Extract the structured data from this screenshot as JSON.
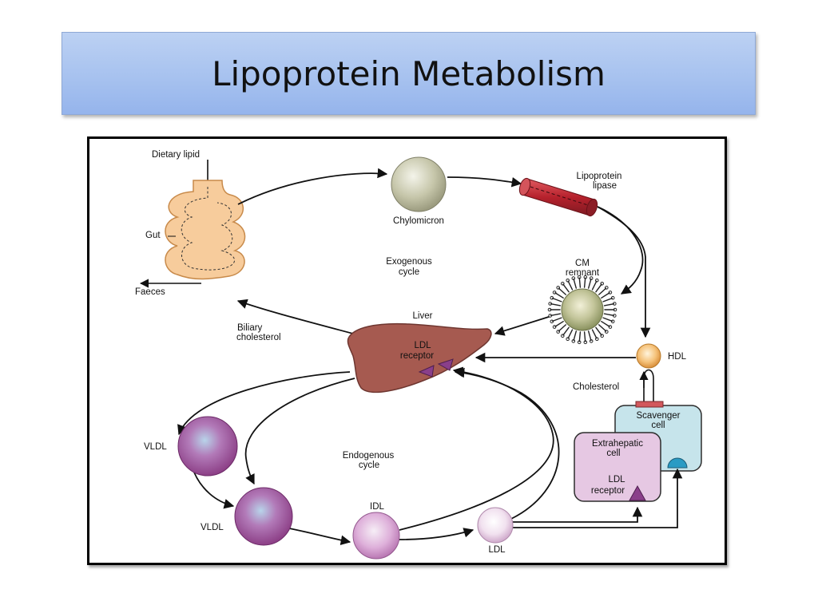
{
  "slide": {
    "title": "Lipoprotein Metabolism"
  },
  "labels": {
    "dietary_lipid": "Dietary lipid",
    "gut": "Gut",
    "faeces": "Faeces",
    "chylomicron": "Chylomicron",
    "lipoprotein_lipase": [
      "Lipoprotein",
      "lipase"
    ],
    "exogenous_cycle": [
      "Exogenous",
      "cycle"
    ],
    "cm_remnant": [
      "CM",
      "remnant"
    ],
    "liver": "Liver",
    "biliary_cholesterol": [
      "Biliary",
      "cholesterol"
    ],
    "ldl_receptor_liver": [
      "LDL",
      "receptor"
    ],
    "hdl": "HDL",
    "cholesterol": "Cholesterol",
    "scavenger_cell": [
      "Scavenger",
      "cell"
    ],
    "extrahepatic_cell": [
      "Extrahepatic",
      "cell"
    ],
    "ldl_receptor_cell": [
      "LDL",
      "receptor"
    ],
    "vldl_1": "VLDL",
    "vldl_2": "VLDL",
    "endogenous_cycle": [
      "Endogenous",
      "cycle"
    ],
    "idl": "IDL",
    "ldl": "LDL"
  },
  "colors": {
    "title_bar": "#a7c2ef",
    "gut": "#f7cc9c",
    "chylomicron": "#b5b59a",
    "lipase_vessel": "#c0303a",
    "cm_remnant": "#9aa37a",
    "liver": "#a5574e",
    "receptor": "#8a3f8a",
    "hdl": "#f2b260",
    "scavenger_cell": "#c4e3ea",
    "extrahepatic_cell": "#e6c6e3",
    "vldl": "#b05fa8",
    "idl": "#d9a2d3",
    "ldl": "#eed9ec"
  }
}
